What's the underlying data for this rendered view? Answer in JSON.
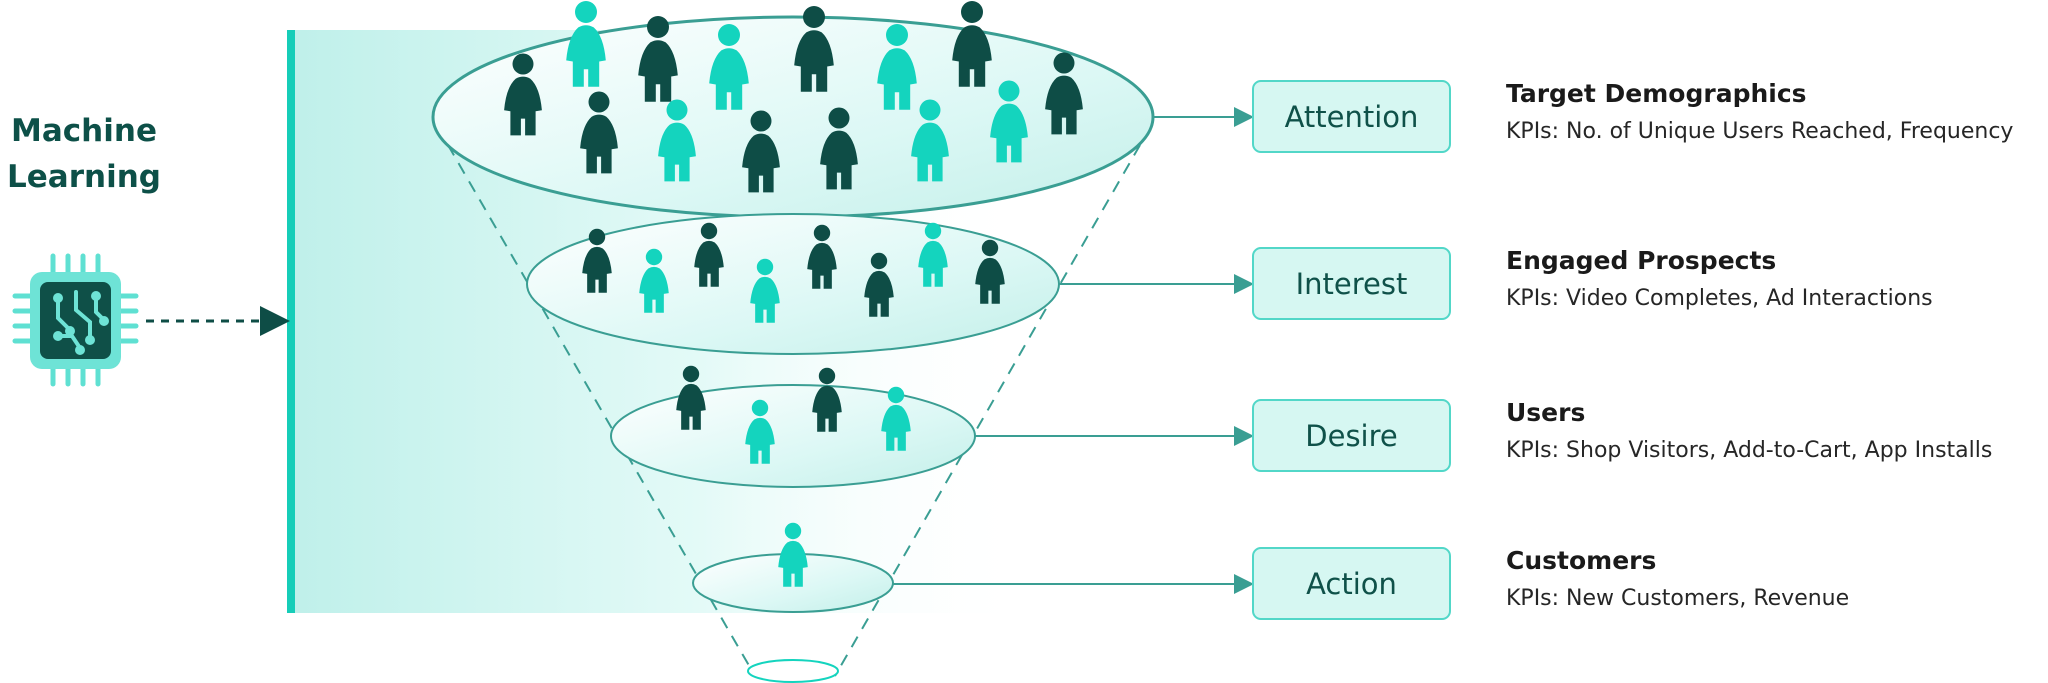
{
  "machine_learning": {
    "line1": "Machine",
    "line2": "Learning",
    "icon": "cpu-chip-icon"
  },
  "stages": [
    {
      "label": "Attention",
      "segment": "Target Demographics",
      "kpis": "KPIs: No. of Unique Users Reached, Frequency"
    },
    {
      "label": "Interest",
      "segment": "Engaged Prospects",
      "kpis": "KPIs: Video Completes, Ad Interactions"
    },
    {
      "label": "Desire",
      "segment": "Users",
      "kpis": "KPIs: Shop Visitors, Add-to-Cart, App Installs"
    },
    {
      "label": "Action",
      "segment": "Customers",
      "kpis": "KPIs: New Customers, Revenue"
    }
  ],
  "colors": {
    "dark_teal": "#0e4d46",
    "bright_teal": "#14d4be",
    "box_fill": "#d6f7f2",
    "box_border": "#52d7c8",
    "funnel_line": "#3a9e93",
    "text_dark": "#0d5048"
  },
  "icons": {
    "person": "person-icon",
    "arrow": "arrow-right-icon"
  }
}
